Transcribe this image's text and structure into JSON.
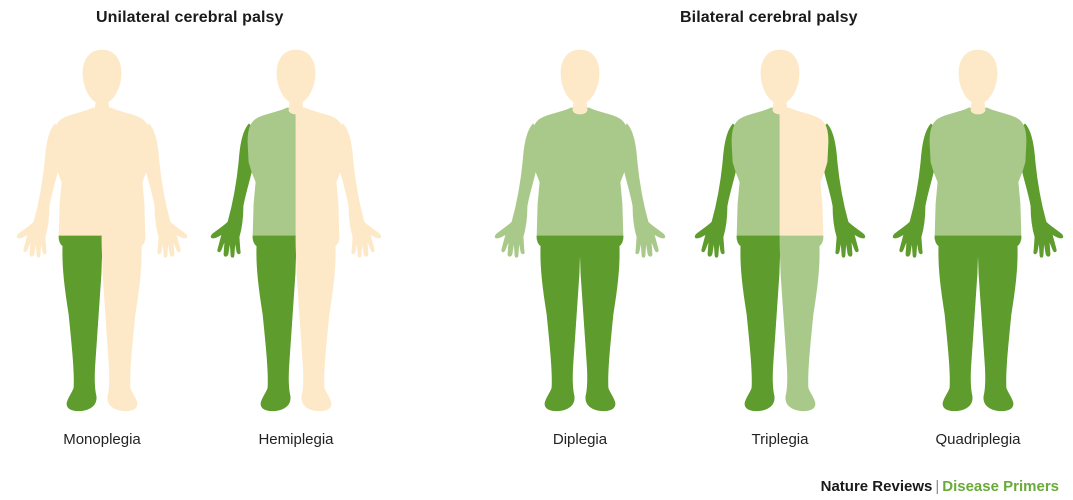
{
  "groups": {
    "unilateral": "Unilateral cerebral palsy",
    "bilateral": "Bilateral cerebral palsy"
  },
  "colors": {
    "unaffected": "#fde9c8",
    "severe": "#5e9c2d",
    "mild": "#a9c98a"
  },
  "figures": [
    {
      "label": "Monoplegia",
      "regions": {
        "head": "unaffected",
        "torso_left": "unaffected",
        "torso_right": "unaffected",
        "arm_left": "unaffected",
        "arm_right": "unaffected",
        "pelvis_left": "severe",
        "pelvis_right": "unaffected",
        "leg_left": "severe",
        "leg_right": "unaffected"
      }
    },
    {
      "label": "Hemiplegia",
      "regions": {
        "head": "unaffected",
        "torso_left": "mild",
        "torso_right": "unaffected",
        "arm_left": "severe",
        "arm_right": "unaffected",
        "pelvis_left": "severe",
        "pelvis_right": "unaffected",
        "leg_left": "severe",
        "leg_right": "unaffected"
      }
    },
    {
      "label": "Diplegia",
      "regions": {
        "head": "unaffected",
        "torso_left": "mild",
        "torso_right": "mild",
        "arm_left": "mild",
        "arm_right": "mild",
        "pelvis_left": "severe",
        "pelvis_right": "severe",
        "leg_left": "severe",
        "leg_right": "severe"
      }
    },
    {
      "label": "Triplegia",
      "regions": {
        "head": "unaffected",
        "torso_left": "mild",
        "torso_right": "unaffected",
        "arm_left": "severe",
        "arm_right": "severe",
        "pelvis_left": "severe",
        "pelvis_right": "mild",
        "leg_left": "severe",
        "leg_right": "mild"
      }
    },
    {
      "label": "Quadriplegia",
      "regions": {
        "head": "unaffected",
        "torso_left": "mild",
        "torso_right": "mild",
        "arm_left": "severe",
        "arm_right": "severe",
        "pelvis_left": "severe",
        "pelvis_right": "severe",
        "leg_left": "severe",
        "leg_right": "severe"
      }
    }
  ],
  "credit": {
    "journal": "Nature Reviews",
    "separator": "|",
    "series": "Disease Primers",
    "series_color": "#6aaa3a"
  }
}
